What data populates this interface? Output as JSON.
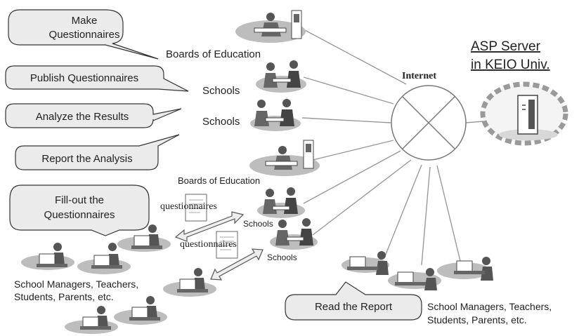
{
  "callouts": {
    "make": [
      "Make",
      "Questionnaires"
    ],
    "publish": "Publish Questionnaires",
    "analyze": "Analyze the Results",
    "report": "Report the Analysis",
    "fill": [
      "Fill-out the",
      "Questionnaires"
    ],
    "read": "Read the Report"
  },
  "labels": {
    "boards_top": "Boards of Education",
    "schools_1": "Schools",
    "schools_2": "Schools",
    "boards_mid": "Boards of Education",
    "schools_3": "Schools",
    "schools_4": "Schools",
    "questionnaires_1": "questionnaires",
    "questionnaires_2": "questionnaires",
    "internet": "Internet",
    "asp_server": [
      "ASP Server",
      "in KEIO Univ."
    ],
    "people_left": [
      "School Managers, Teachers,",
      "Students, Parents, etc."
    ],
    "people_right": [
      "School Managers, Teachers,",
      "Students, Parents, etc."
    ]
  },
  "colors": {
    "callout_fill": "#ebebeb",
    "line": "#888888",
    "server_ring": "#999999",
    "figure": "#555555",
    "ellipse": "#bdbdbd"
  }
}
